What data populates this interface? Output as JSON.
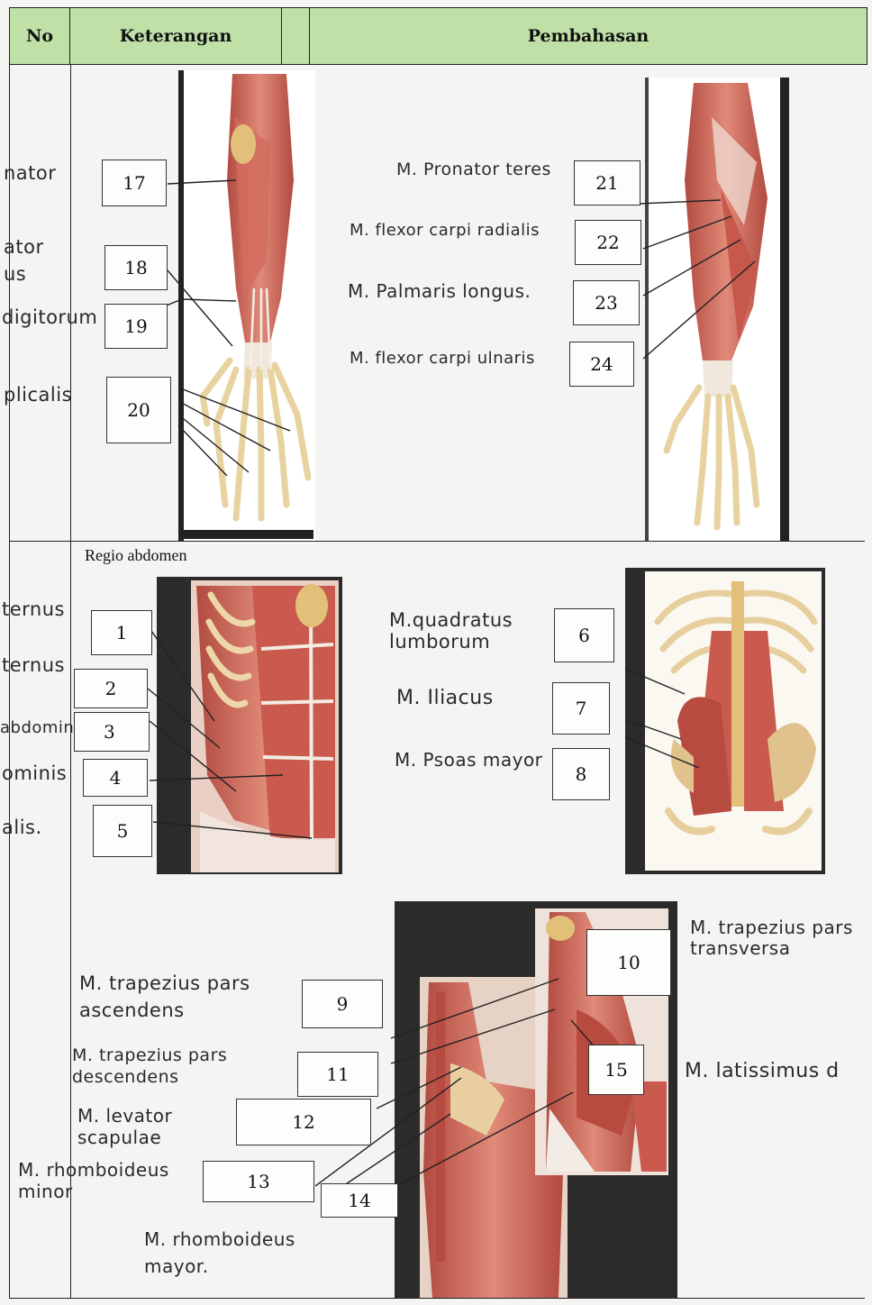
{
  "header": {
    "col_no": "No",
    "col_keterangan": "Keterangan",
    "col_pembahasan": "Pembahasan"
  },
  "forearm": {
    "left_margin_labels": [
      "nator",
      "ator",
      "us",
      "digitorum",
      "plicalis"
    ],
    "boxes": [
      "17",
      "18",
      "19",
      "20",
      "21",
      "22",
      "23",
      "24"
    ],
    "answers": {
      "21": "M. Pronator teres",
      "22": "M. flexor carpi radialis",
      "23": "M. Palmaris longus.",
      "24": "M. flexor carpi ulnaris"
    }
  },
  "abdomen": {
    "section_title": "Regio abdomen",
    "left_margin_labels": [
      "ternus",
      "ternus",
      "abdominis",
      "ominis",
      "alis."
    ],
    "boxes": [
      "1",
      "2",
      "3",
      "4",
      "5",
      "6",
      "7",
      "8"
    ],
    "answers": {
      "6": "M.quadratus lumborum",
      "7": "M. Iliacus",
      "8": "M. Psoas mayor"
    }
  },
  "back": {
    "boxes": [
      "9",
      "10",
      "11",
      "12",
      "13",
      "14",
      "15"
    ],
    "answers": {
      "9": "M. trapezius pars ascendens",
      "10": "M. trapezius pars transversa",
      "11": "M. trapezius pars descendens",
      "12": "M. levator scapulae",
      "13": "M. rhomboideus minor",
      "14": "M. rhomboideus mayor.",
      "15": "M. latissimus d"
    }
  },
  "colors": {
    "header_bg": "#bfe0a6",
    "muscle": "#c9574b",
    "muscle_light": "#e08a78",
    "bone": "#ecd7a6",
    "tendon": "#f2ece2",
    "dark_panel": "#2b2b2b"
  }
}
